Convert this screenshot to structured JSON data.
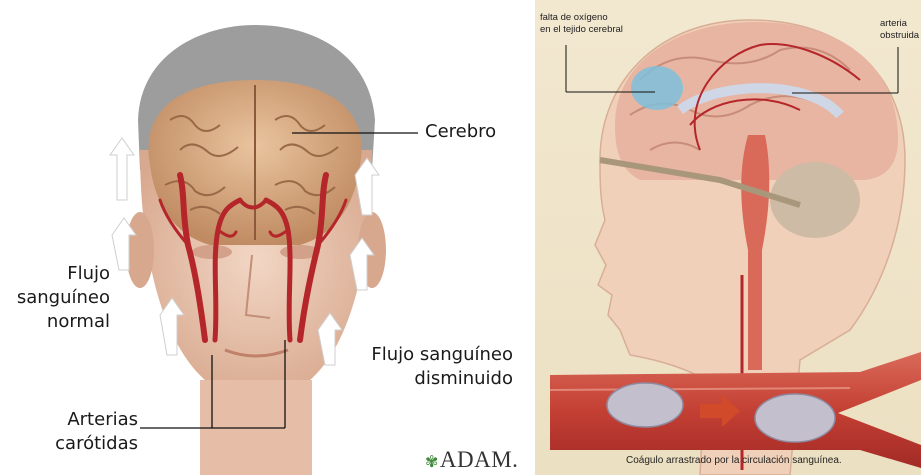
{
  "left_panel": {
    "label_cerebro": "Cerebro",
    "label_flujo_normal": [
      "Flujo",
      "sanguíneo",
      "normal"
    ],
    "label_flujo_disminuido": [
      "Flujo sanguíneo",
      "disminuido"
    ],
    "label_arterias": [
      "Arterias",
      "carótidas"
    ],
    "logo_text": "ADAM."
  },
  "right_panel": {
    "label_falta_oxigeno": [
      "falta de oxígeno",
      "en el tejido cerebral"
    ],
    "label_arteria_obstruida": [
      "arteria",
      "obstruida"
    ],
    "caption_coagulo": "Coágulo arrastrado por la circulación sanguínea."
  },
  "colors": {
    "artery_red": "#b5262a",
    "brain_tan": "#d7ae88",
    "skin": "#ecc8b2",
    "right_bg": "#f1e6cc",
    "oxygen_blue": "#7cc0dc"
  }
}
